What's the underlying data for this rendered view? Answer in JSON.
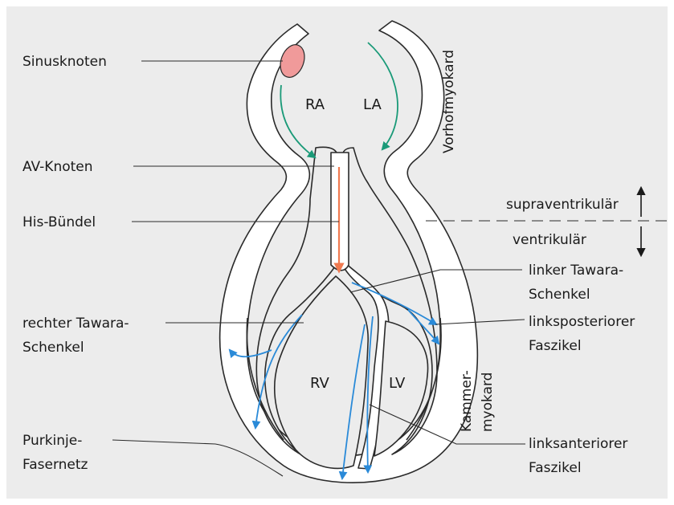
{
  "colors": {
    "background": "#ececec",
    "wall_fill": "#ffffff",
    "outline": "#2a2a2a",
    "leader": "#2a2a2a",
    "sinus_node": "#f09a9a",
    "atrial_arrow": "#1a9a78",
    "his_arrow": "#f07a50",
    "purkinje": "#2a8ad8"
  },
  "chambers": {
    "ra": "RA",
    "la": "LA",
    "rv": "RV",
    "lv": "LV"
  },
  "labels": {
    "sinusknoten": "Sinusknoten",
    "av_knoten": "AV-Knoten",
    "his_buendel": "His-Bündel",
    "rechter_tawara_1": "rechter Tawara-",
    "rechter_tawara_2": "Schenkel",
    "purkinje_1": "Purkinje-",
    "purkinje_2": "Fasernetz",
    "linker_tawara_1": "linker Tawara-",
    "linker_tawara_2": "Schenkel",
    "linksposterior_1": "linksposteriorer",
    "linksposterior_2": "Faszikel",
    "linksanterior_1": "linksanteriorer",
    "linksanterior_2": "Faszikel",
    "vorhofmyokard": "Vorhofmyokard",
    "kammer_1": "Kammer-",
    "kammer_2": "myokard",
    "supraventrikulaer": "supraventrikulär",
    "ventrikulaer": "ventrikulär"
  }
}
